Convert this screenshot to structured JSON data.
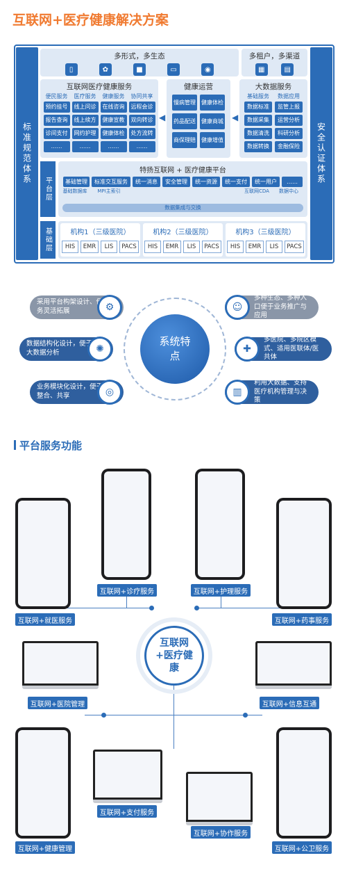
{
  "page_title": "互联网+医疗健康解决方案",
  "arch": {
    "left_bar": "标准规范体系",
    "right_bar": "安全认证体系",
    "top_left": {
      "title": "多形式，多生态",
      "icons": [
        "手机",
        "微信",
        "小程序",
        "网页",
        "聊天"
      ]
    },
    "top_right": {
      "title": "多租户，多渠道",
      "icons": [
        "租户",
        "渠道"
      ]
    },
    "internet_medical": {
      "title": "互联网医疗健康服务",
      "headers": [
        "便民服务",
        "医疗服务",
        "健康服务",
        "协同共享"
      ],
      "rows": [
        [
          "预约挂号",
          "线上问诊",
          "在线咨询",
          "远程会诊"
        ],
        [
          "报告查询",
          "线上续方",
          "健康宣教",
          "双向转诊"
        ],
        [
          "诊间支付",
          "网约护理",
          "健康体检",
          "处方流转"
        ],
        [
          "……",
          "……",
          "……",
          "……"
        ]
      ]
    },
    "health_ops": {
      "title": "健康运营",
      "cells": [
        "慢病管理",
        "健康体检",
        "药品配送",
        "健康商城",
        "商保理赔",
        "健康增值"
      ]
    },
    "big_data": {
      "title": "大数据服务",
      "headers": [
        "基础服务",
        "数据应用"
      ],
      "rows": [
        [
          "数据标准",
          "监管上报"
        ],
        [
          "数据采集",
          "运营分析"
        ],
        [
          "数据清洗",
          "科研分析"
        ],
        [
          "数据转换",
          "金融保险"
        ]
      ]
    },
    "platform": {
      "side": "平台层",
      "title": "特扬互联网 + 医疗健康平台",
      "cells": [
        "基础管理",
        "标准交互服务",
        "统一消息",
        "安全管理",
        "统一资源",
        "统一支付",
        "统一用户",
        "……"
      ],
      "cylinders": [
        "基础数据库",
        "MPI主索引",
        "互联网CDA",
        "数据中心"
      ],
      "bus": "数据集成与交换"
    },
    "base": {
      "side": "基础层",
      "institutions": [
        {
          "title": "机构1（三级医院）",
          "systems": [
            "HIS",
            "EMR",
            "LIS",
            "PACS"
          ]
        },
        {
          "title": "机构2（三级医院）",
          "systems": [
            "HIS",
            "EMR",
            "LIS",
            "PACS"
          ]
        },
        {
          "title": "机构3（三级医院）",
          "systems": [
            "HIS",
            "EMR",
            "LIS",
            "PACS"
          ]
        }
      ]
    }
  },
  "features": {
    "center": "系统特点",
    "items": [
      {
        "text": "采用平台构架设计、便于业务灵活拓展",
        "icon": "gear-icon"
      },
      {
        "text": "数据结构化设计，便于支撑大数据分析",
        "icon": "brain-icon"
      },
      {
        "text": "业务模块化设计，便于资源整合、共享",
        "icon": "target-icon"
      },
      {
        "text": "多种生态、多种入口便于业务推广与应用",
        "icon": "users-icon"
      },
      {
        "text": "多医院、多院区模式、适用医联体/医共体",
        "icon": "hospital-icon"
      },
      {
        "text": "利用大数据、支持医疗机构管理与决策",
        "icon": "chart-icon"
      }
    ]
  },
  "services": {
    "section_title": "平台服务功能",
    "center": "互联网+医疗健康",
    "labels": {
      "jiuyi": "互联网+就医服务",
      "zhenliao": "互联网+诊疗服务",
      "huli": "互联网+护理服务",
      "yaoshi": "互联网+药事服务",
      "yiyuan": "互联网+医院管理",
      "xinxi": "互联网+信息互通",
      "jiankang": "互联网+健康管理",
      "zhifu": "互联网+支付服务",
      "xiezuo": "互联网+协作服务",
      "gongwei": "互联网+公卫服务"
    }
  },
  "colors": {
    "accent": "#2b6cb7",
    "title_orange": "#f07a30"
  }
}
